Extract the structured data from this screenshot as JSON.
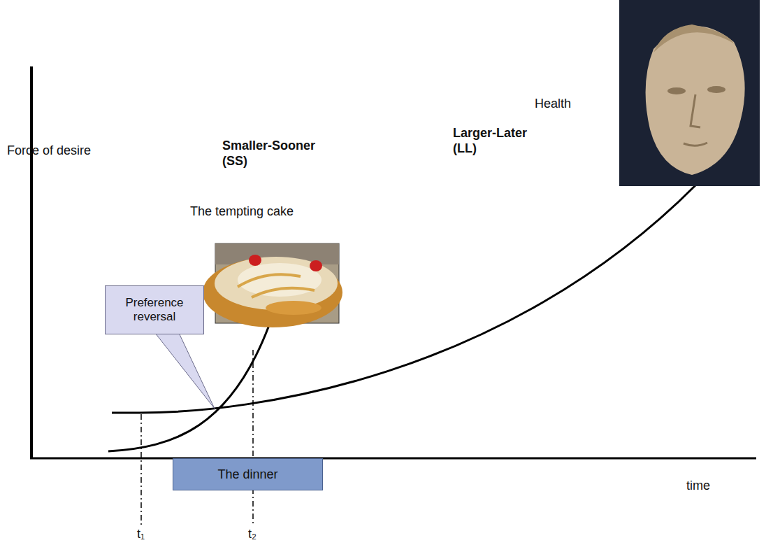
{
  "diagram": {
    "nodes": [
      {
        "text": [
          "Preference reversal"
        ]
      },
      {
        "text": [
          "The dinner"
        ]
      }
    ],
    "labels": [
      "Force of desire",
      "Smaller-Sooner (SS)",
      "The tempting cake",
      "Larger-Later (LL)",
      "Health",
      "time",
      "t₁",
      "t₂"
    ]
  }
}
